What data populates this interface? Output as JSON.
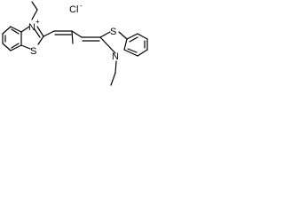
{
  "molecule": {
    "counterion": {
      "symbol": "Cl",
      "charge": "-"
    },
    "left_ring": {
      "nitrogen": "N",
      "nitrogen_charge": "+",
      "sulfur": "S"
    },
    "right_ring": {
      "nitrogen": "N",
      "sulfur": "S"
    },
    "colors": {
      "bond": "#000000",
      "text": "#000000",
      "background": "#ffffff"
    }
  }
}
